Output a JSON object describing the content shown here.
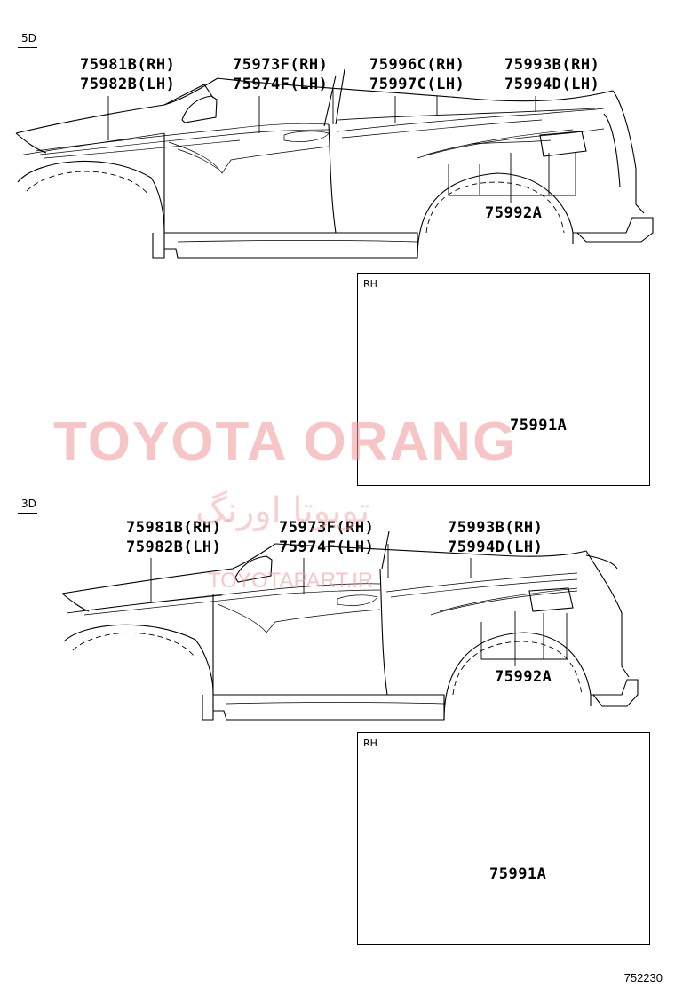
{
  "diagram": {
    "figure_number": "752230",
    "sections": [
      {
        "tag": "5D",
        "labels": {
          "front_stripe": [
            "75981B(RH)",
            "75982B(LH)"
          ],
          "door_stripe": [
            "75973F(RH)",
            "75974F(LH)"
          ],
          "roof_stripe": [
            "75996C(RH)",
            "75997C(LH)"
          ],
          "rear_stripe": [
            "75993B(RH)",
            "75994D(LH)"
          ],
          "quarter_stripe": "75992A"
        },
        "inset": {
          "tag": "RH",
          "label": "75991A"
        }
      },
      {
        "tag": "3D",
        "labels": {
          "front_stripe": [
            "75981B(RH)",
            "75982B(LH)"
          ],
          "door_stripe": [
            "75973F(RH)",
            "75974F(LH)"
          ],
          "rear_stripe": [
            "75993B(RH)",
            "75994D(LH)"
          ],
          "quarter_stripe": "75992A"
        },
        "inset": {
          "tag": "RH",
          "label": "75991A"
        }
      }
    ],
    "watermark": {
      "main": "TOYOTA ORANG",
      "persian": "تویوتا اورنگ",
      "url": "TOYOTAPART.IR"
    }
  }
}
